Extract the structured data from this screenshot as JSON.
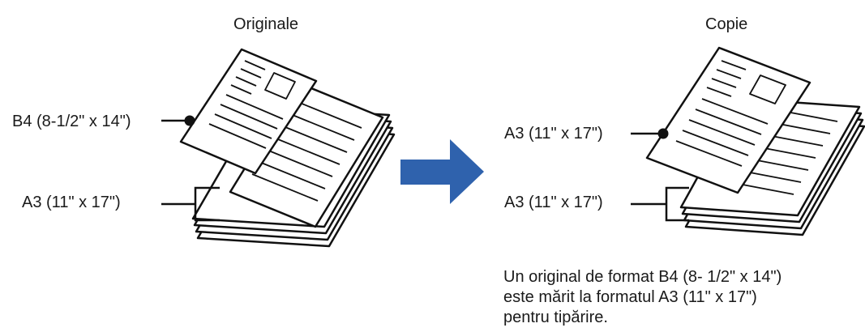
{
  "original": {
    "title": "Originale",
    "label_top": "B4 (8-1/2\" x 14\")",
    "label_bottom": "A3 (11\" x 17\")"
  },
  "copy": {
    "title": "Copie",
    "label_top": "A3 (11\" x 17\")",
    "label_bottom": "A3 (11\" x 17\")"
  },
  "arrow": {
    "icon": "arrow-right-icon",
    "color": "#2f62ad"
  },
  "note": {
    "lines": [
      "Un original de format B4 (8- 1/2\" x 14\")",
      "este mărit la formatul A3 (11\" x 17\")",
      "pentru tipărire."
    ]
  }
}
